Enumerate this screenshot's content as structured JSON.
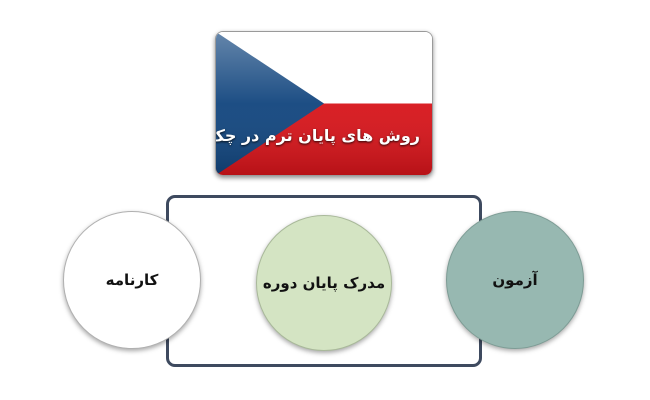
{
  "header": {
    "title": "روش های پایان ترم در چک"
  },
  "flag": {
    "white": "#ffffff",
    "red": "#d7141a",
    "blue": "#11457e"
  },
  "methods": {
    "report": "کارنامه",
    "degree": "مدرک پایان دوره",
    "exam": "آزمون"
  },
  "colors": {
    "frame": "#3e4a5f",
    "report_fill": "#ffffff",
    "degree_fill": "#d4e4c3",
    "exam_fill": "#97b8b1"
  }
}
